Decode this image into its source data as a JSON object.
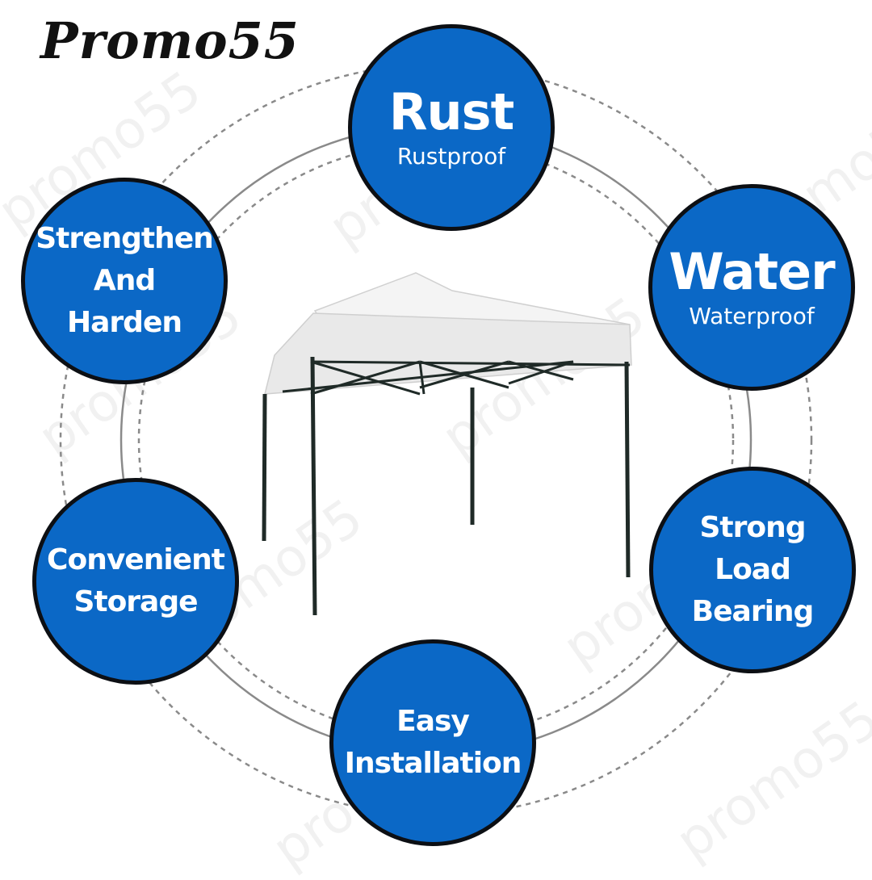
{
  "brand": {
    "name": "Promo55"
  },
  "features": {
    "rust": {
      "title": "Rust",
      "subtitle": "Rustproof"
    },
    "water": {
      "title": "Water",
      "subtitle": "Waterproof"
    },
    "strengthen": {
      "lines": [
        "Strengthen",
        "And",
        "Harden"
      ]
    },
    "storage": {
      "lines": [
        "Convenient",
        "Storage"
      ]
    },
    "load": {
      "lines": [
        "Strong",
        "Load",
        "Bearing"
      ]
    },
    "install": {
      "lines": [
        "Easy",
        "Installation"
      ]
    }
  },
  "watermark": "promo55",
  "colors": {
    "badge_fill": "#0b68c6",
    "badge_border": "#0c0f14",
    "canopy": "#f2f2f2",
    "frame": "#1f2a27"
  }
}
